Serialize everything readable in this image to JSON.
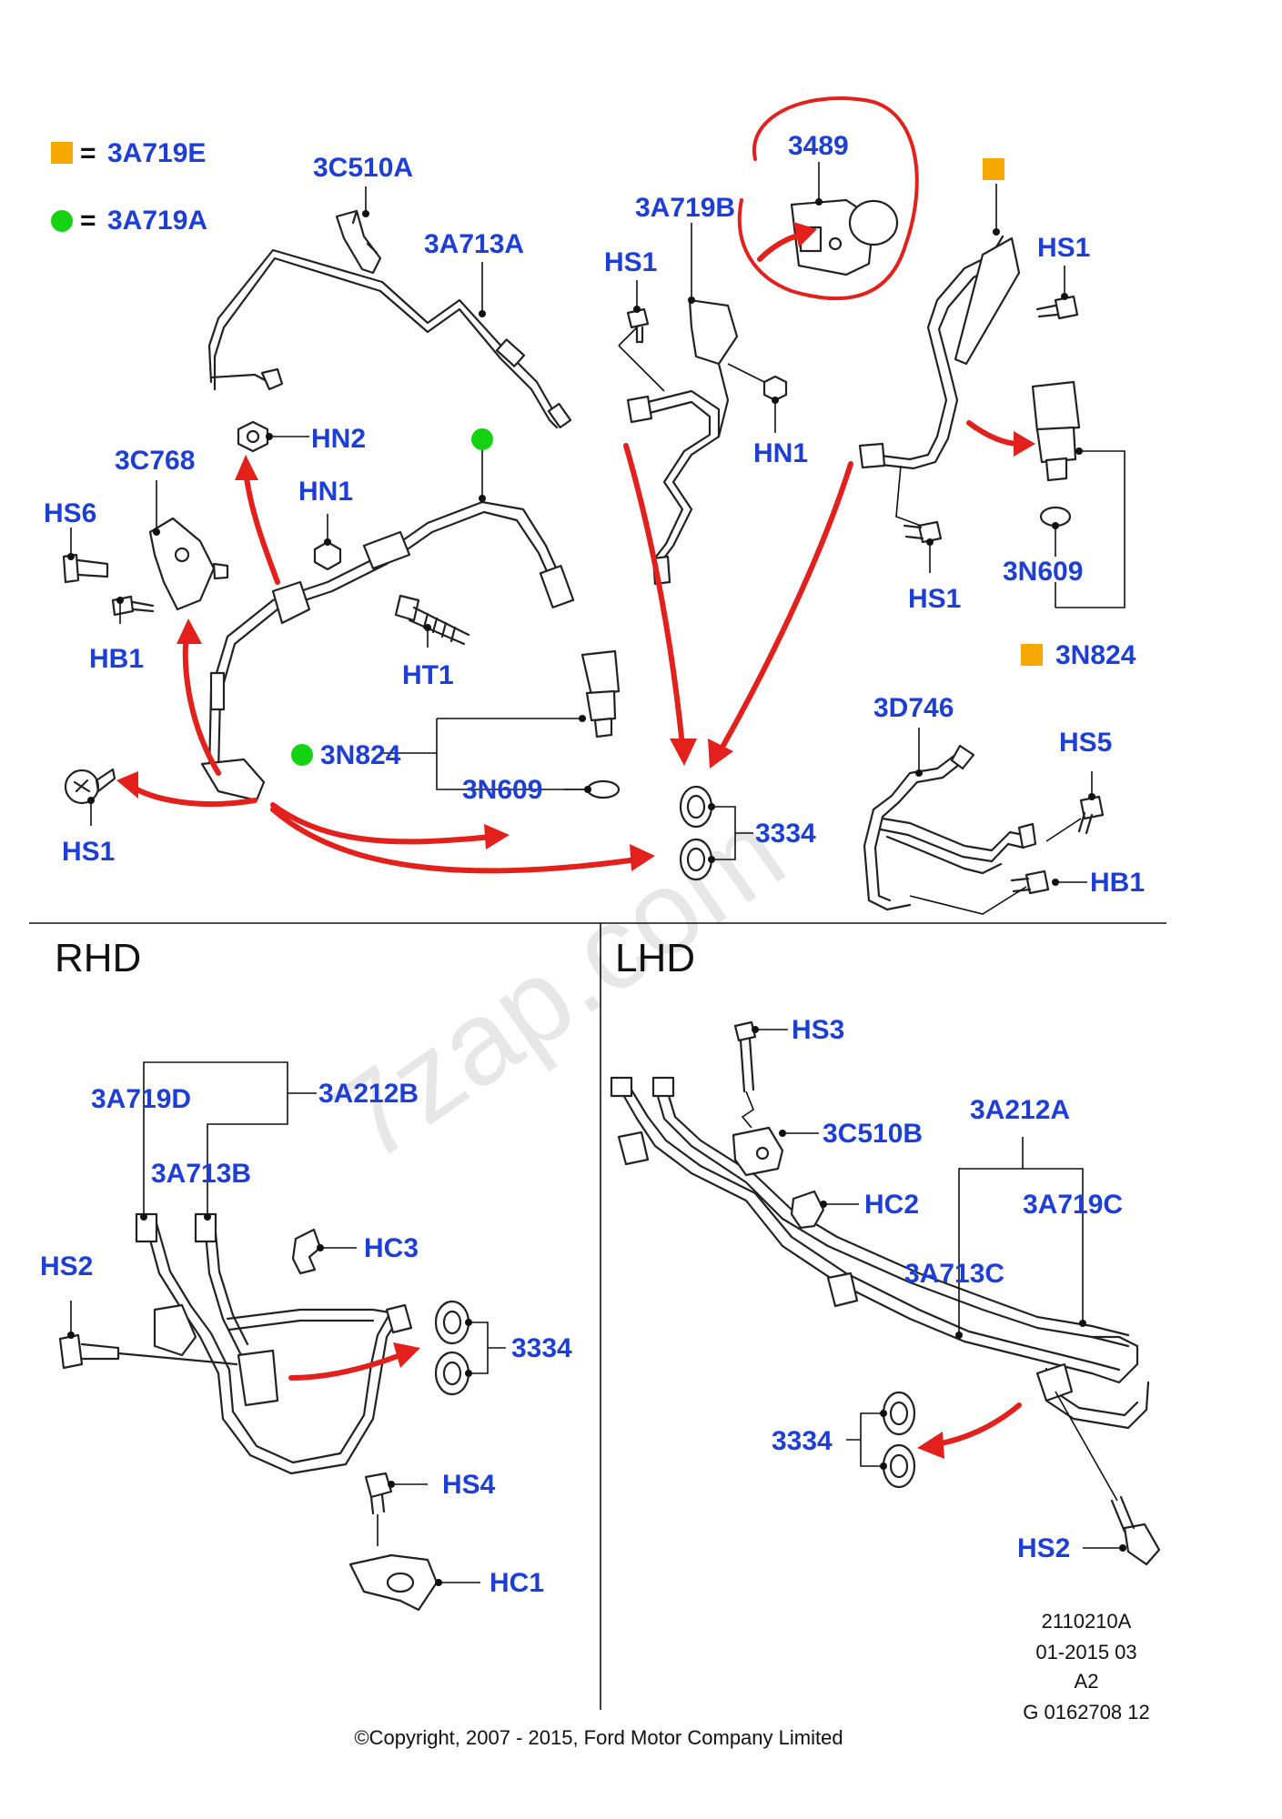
{
  "legend": {
    "orange_label": "3A719E",
    "green_label": "3A719A",
    "equals": "=",
    "orange_color": "#f5a800",
    "green_color": "#13d313"
  },
  "labels": {
    "l_3c510a": "3C510A",
    "l_3a713a": "3A713A",
    "l_3489": "3489",
    "l_3a719b": "3A719B",
    "l_hs1_a": "HS1",
    "l_hs1_b": "HS1",
    "l_hn1_a": "HN1",
    "l_hn2": "HN2",
    "l_3c768": "3C768",
    "l_hs6": "HS6",
    "l_hb1_a": "HB1",
    "l_hn1_b": "HN1",
    "l_ht1": "HT1",
    "l_3n824_a": "3N824",
    "l_3n609_a": "3N609",
    "l_hs1_c": "HS1",
    "l_hs1_d": "HS1",
    "l_3n609_b": "3N609",
    "l_3n824_b": "3N824",
    "l_3334_a": "3334",
    "l_3d746": "3D746",
    "l_hs5": "HS5",
    "l_hb1_b": "HB1",
    "l_3a719d": "3A719D",
    "l_3a212b": "3A212B",
    "l_3a713b": "3A713B",
    "l_hs2_a": "HS2",
    "l_hc3": "HC3",
    "l_3334_b": "3334",
    "l_hs4": "HS4",
    "l_hc1": "HC1",
    "l_hs3": "HS3",
    "l_3c510b": "3C510B",
    "l_3a212a": "3A212A",
    "l_hc2": "HC2",
    "l_3a719c": "3A719C",
    "l_3a713c": "3A713C",
    "l_3334_c": "3334",
    "l_hs2_b": "HS2"
  },
  "sections": {
    "rhd": "RHD",
    "lhd": "LHD"
  },
  "watermark": "7zap.com",
  "info_block": [
    "2110210A",
    "01-2015 03",
    "A2",
    "G 0162708 12"
  ],
  "copyright": "©Copyright, 2007 - 2015, Ford Motor Company Limited",
  "colors": {
    "label_blue": "#1e3fd6",
    "arrow_red": "#e3201b",
    "line": "#222222"
  }
}
